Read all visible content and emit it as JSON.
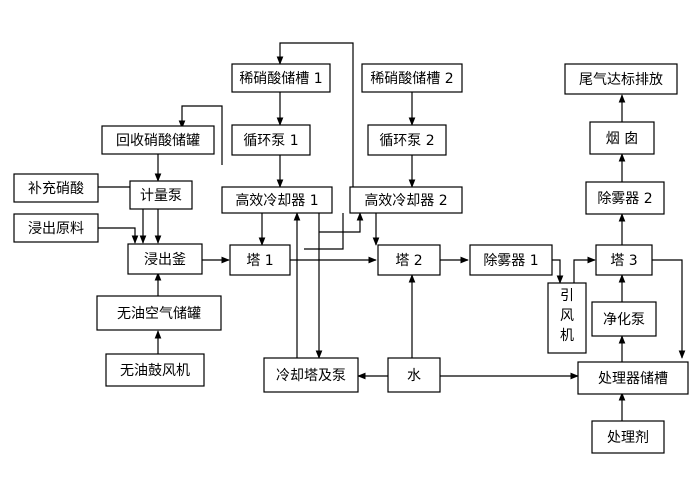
{
  "nodes": {
    "dilute_tank_1": "稀硝酸储槽 1",
    "dilute_tank_2": "稀硝酸储槽 2",
    "tail_gas": "尾气达标排放",
    "recovery_tank": "回收硝酸储罐",
    "circ_pump_1": "循环泵 1",
    "circ_pump_2": "循环泵 2",
    "chimney": "烟 囱",
    "nitric_supply": "补充硝酸",
    "metering_pump": "计量泵",
    "cooler_1": "高效冷却器 1",
    "cooler_2": "高效冷却器 2",
    "demister_2": "除雾器 2",
    "raw_material": "浸出原料",
    "leach_kettle": "浸出釜",
    "tower_1": "塔 1",
    "tower_2": "塔 2",
    "demister_1": "除雾器 1",
    "tower_3": "塔 3",
    "induced_fan": "引风机",
    "purify_pump": "净化泵",
    "air_tank": "无油空气储罐",
    "blower": "无油鼓风机",
    "cooling_tower": "冷却塔及泵",
    "water": "水",
    "treat_tank": "处理器储槽",
    "treat_agent": "处理剂"
  }
}
